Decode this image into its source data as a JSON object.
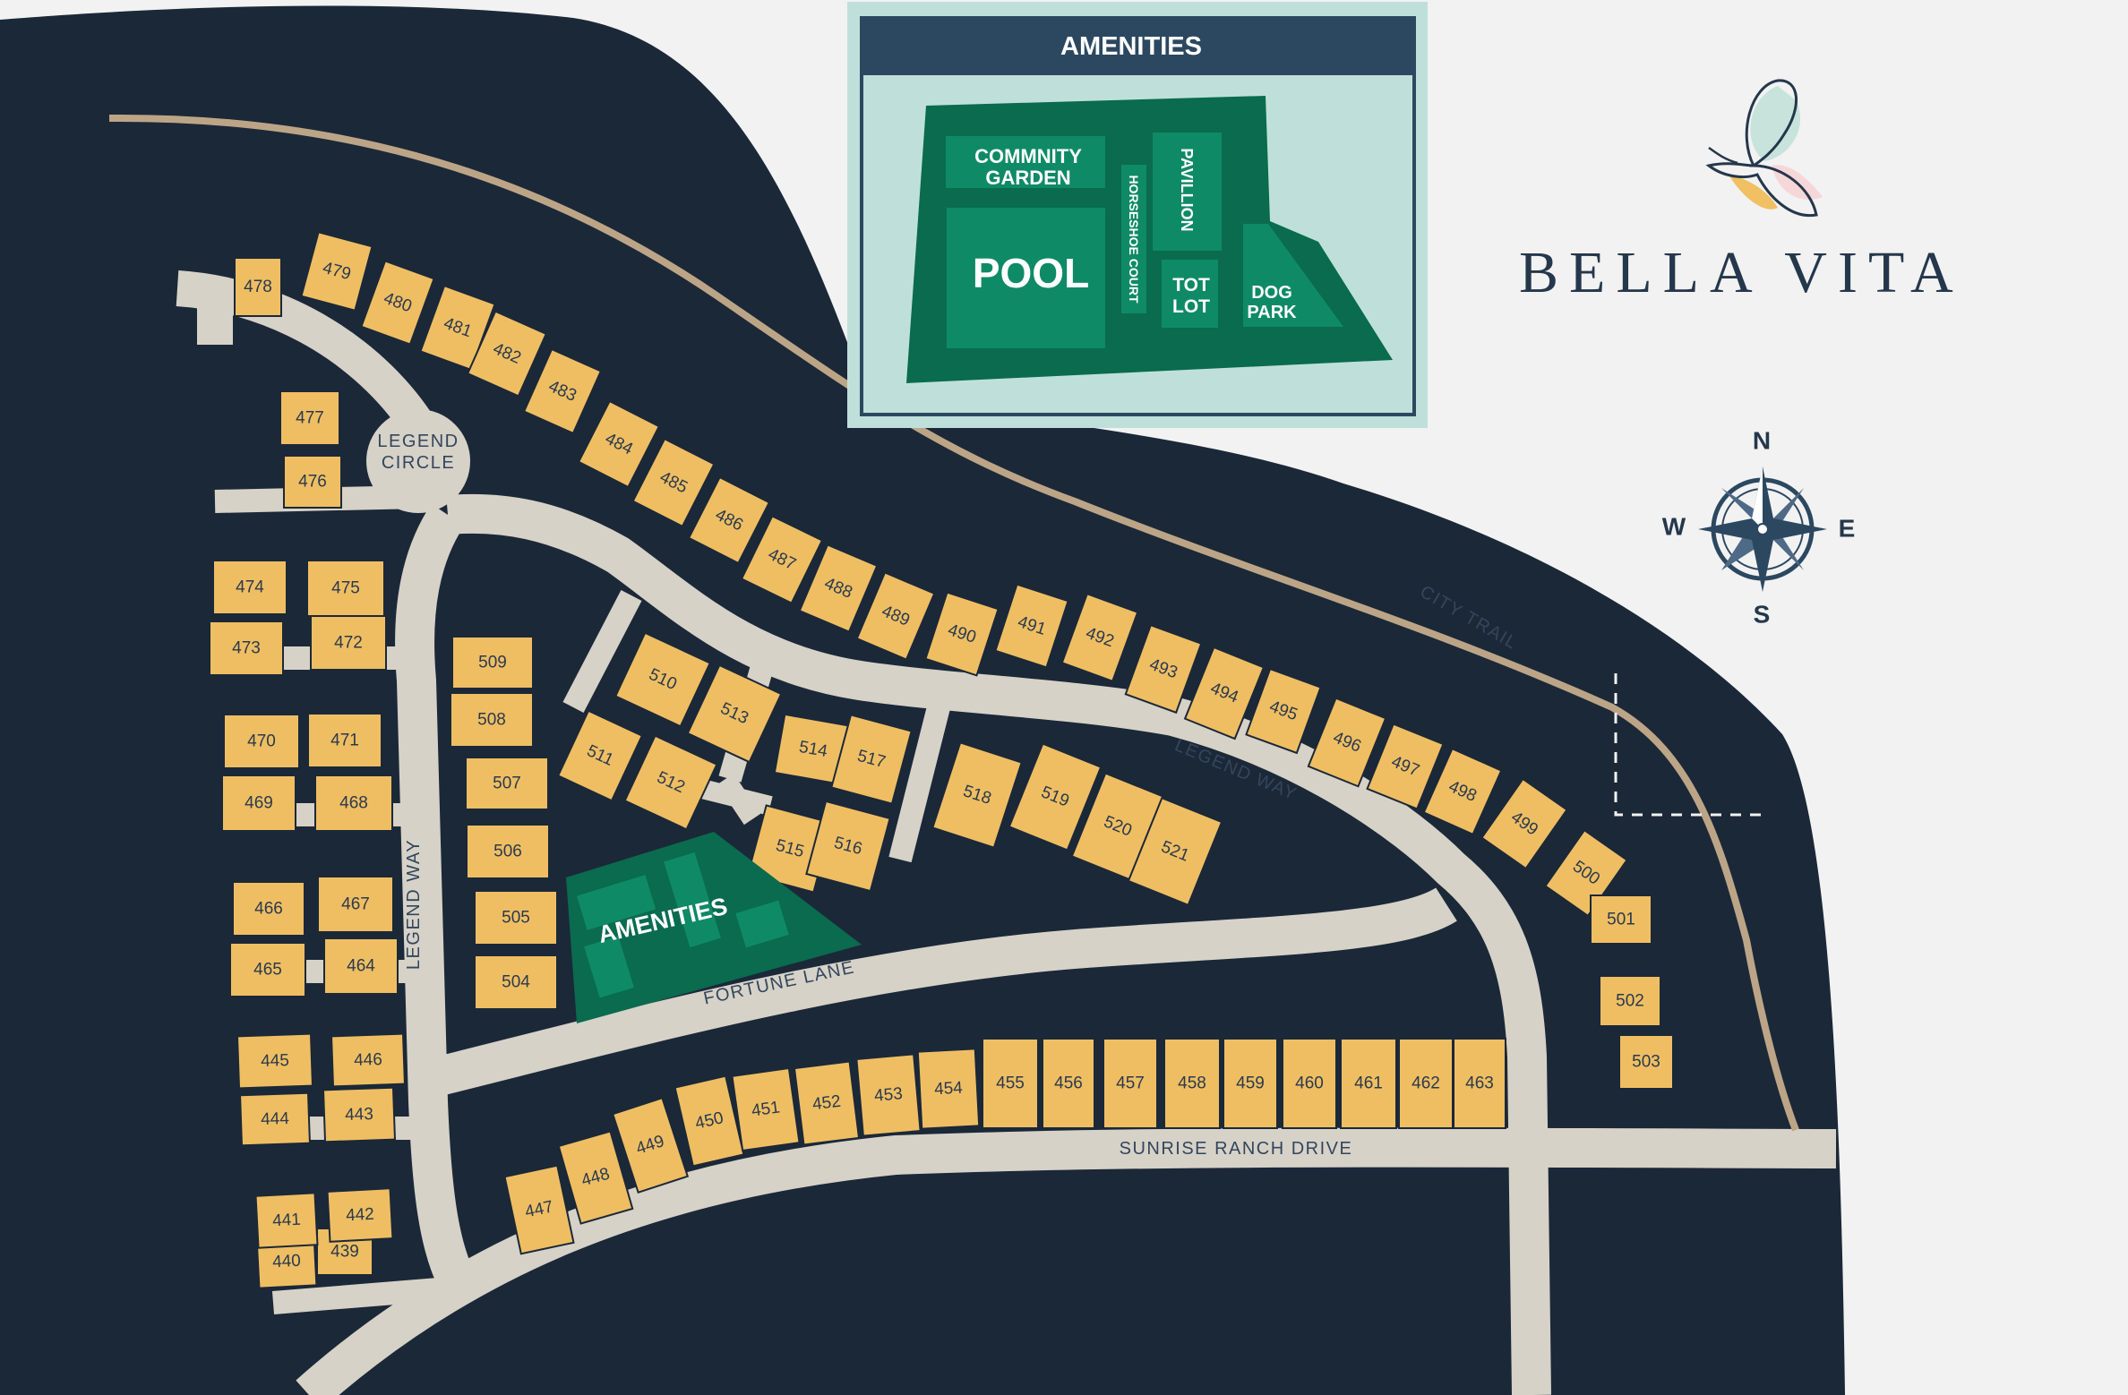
{
  "brand": {
    "name": "BELLA VITA"
  },
  "compass": {
    "north": "N",
    "south": "S",
    "east": "E",
    "west": "W"
  },
  "inset": {
    "title": "AMENITIES",
    "areas": [
      {
        "key": "garden",
        "lines": [
          "COMMNITY",
          "GARDEN"
        ]
      },
      {
        "key": "pool",
        "lines": [
          "POOL"
        ]
      },
      {
        "key": "horseshoe",
        "lines": [
          "HORSESHOE COURT"
        ]
      },
      {
        "key": "pavillion",
        "lines": [
          "PAVILLION"
        ]
      },
      {
        "key": "totlot",
        "lines": [
          "TOT",
          "LOT"
        ]
      },
      {
        "key": "dogpark",
        "lines": [
          "DOG",
          "PARK"
        ]
      }
    ]
  },
  "map": {
    "amenities_label": "AMENITIES",
    "roads": [
      {
        "key": "legend-circle",
        "lines": [
          "LEGEND",
          "CIRCLE"
        ]
      },
      {
        "key": "legend-way-west",
        "lines": [
          "LEGEND WAY"
        ]
      },
      {
        "key": "legend-way-east",
        "lines": [
          "LEGEND WAY"
        ]
      },
      {
        "key": "fortune-lane",
        "lines": [
          "FORTUNE LANE"
        ]
      },
      {
        "key": "sunrise-ranch-drive",
        "lines": [
          "SUNRISE RANCH DRIVE"
        ]
      },
      {
        "key": "city-trail",
        "lines": [
          "CITY TRAIL"
        ]
      }
    ]
  },
  "lots": [
    "439",
    "440",
    "441",
    "442",
    "443",
    "444",
    "445",
    "446",
    "447",
    "448",
    "449",
    "450",
    "451",
    "452",
    "453",
    "454",
    "455",
    "456",
    "457",
    "458",
    "459",
    "460",
    "461",
    "462",
    "463",
    "464",
    "465",
    "466",
    "467",
    "468",
    "469",
    "470",
    "471",
    "472",
    "473",
    "474",
    "475",
    "476",
    "477",
    "478",
    "479",
    "480",
    "481",
    "482",
    "483",
    "484",
    "485",
    "486",
    "487",
    "488",
    "489",
    "490",
    "491",
    "492",
    "493",
    "494",
    "495",
    "496",
    "497",
    "498",
    "499",
    "500",
    "501",
    "502",
    "503",
    "504",
    "505",
    "506",
    "507",
    "508",
    "509",
    "510",
    "511",
    "512",
    "513",
    "514",
    "515",
    "516",
    "517",
    "518",
    "519",
    "520",
    "521"
  ],
  "colors": {
    "background": "#f2f2f2",
    "land": "#1b2838",
    "road": "#d6d2c8",
    "trail": "#bca587",
    "lot": "#efbe63",
    "amenity": "#0a6b4e",
    "amenity_light": "#0f8a66",
    "inset_bg": "#bfe0da",
    "inset_header": "#2c4860",
    "brand": "#25374b"
  }
}
